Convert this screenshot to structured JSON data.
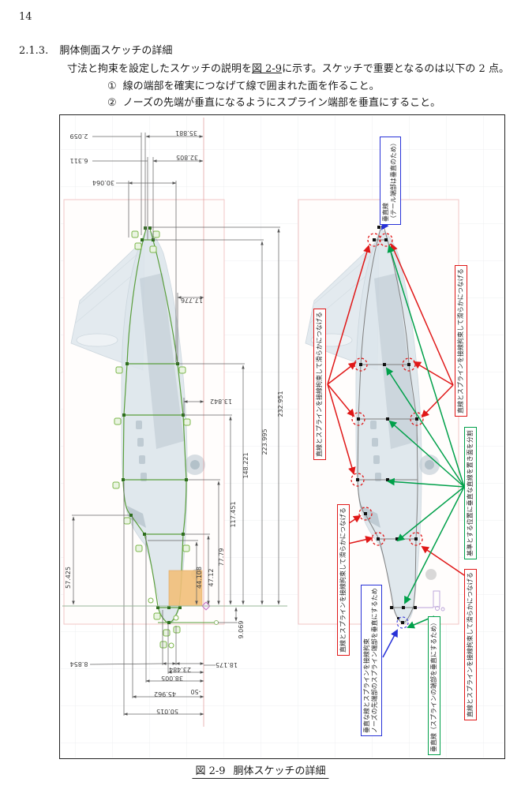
{
  "page_number": "14",
  "heading": {
    "number": "2.1.3.",
    "title": "胴体側面スケッチの詳細"
  },
  "intro": {
    "before_ref": "寸法と拘束を設定したスケッチの説明を",
    "figure_ref": "図 2-9",
    "after_ref": "に示す。スケッチで重要となるのは以下の 2 点。"
  },
  "list": [
    {
      "marker": "①",
      "text": "線の端部を確実につなげて線で囲まれた面を作ること。"
    },
    {
      "marker": "②",
      "text": "ノーズの先端が垂直になるようにスプライン端部を垂直にすること。"
    }
  ],
  "caption": {
    "ref": "図 2-9",
    "text": "胴体スケッチの詳細"
  },
  "dimensions": {
    "top": [
      "2.059",
      "35.881",
      "6.311",
      "32.805",
      "30.064"
    ],
    "mid": [
      "17.776",
      "13.842"
    ],
    "right": [
      "232.951",
      "223.995",
      "148.221",
      "117.451",
      "77.79",
      "47.12",
      "44.108"
    ],
    "left_v": [
      "57.425"
    ],
    "nose": [
      "9.069"
    ],
    "bottom": [
      "8.854",
      "18.175",
      "23.484",
      "38.005",
      "45.962",
      "-50",
      "50.015"
    ]
  },
  "annotations": {
    "tail_vertical_line1": "垂直線",
    "tail_vertical_line2": "（テール端部は垂直のため）",
    "tangent": "直線とスプラインを接線拘束して滑らかにつなげる",
    "reference_split": "基準とする位置に垂直な直線を置き面を分割",
    "nose_tangent_line1": "垂直な線とスプラインを接線拘束",
    "nose_tangent_line2": "ノーズの先端部のスプライン端部を垂直にするため",
    "nose_vertical": "垂直線（スプラインの端部を垂直にするため）"
  },
  "colors": {
    "annotation_red": "#e01818",
    "annotation_green": "#00a04a",
    "annotation_blue": "#2832d8",
    "sketch_green": "#5a9e3c",
    "dimension_line": "#666666",
    "highlight_orange": "#f2c07a"
  }
}
